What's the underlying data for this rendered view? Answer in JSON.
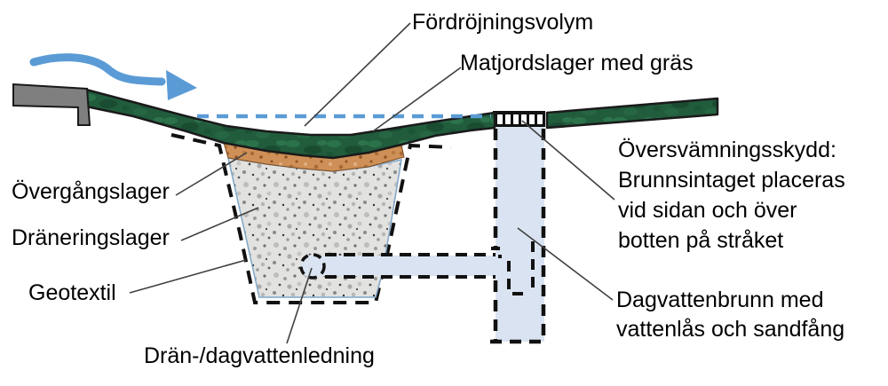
{
  "diagram": {
    "labels": {
      "detention_volume": "Fördröjningsvolym",
      "topsoil": "Matjordslager med gräs",
      "transition_layer": "Övergångslager",
      "drainage_layer": "Dräneringslager",
      "geotextile": "Geotextil",
      "drain_pipe": "Drän-/dagvattenledning",
      "overflow_protection": "Översvämningsskydd:\nBrunnsintaget placeras\nvid sidan och över\nbotten på stråket",
      "stormwater_well": "Dagvattenbrunn med\nvattenlås och sandfång"
    },
    "colors": {
      "flow_arrow": "#5B9BD5",
      "water_level_line": "#5B9BD5",
      "grass_base": "#215C3C",
      "transition_soil": "#CE9057",
      "drainage_gravel": "#E2E2E0",
      "gravel_edge_blue": "#7EA6C8",
      "pipe_water": "#DAE3F1",
      "curb_gray": "#7F7F7F",
      "outline_black": "#111111",
      "leader_gray": "#404040",
      "text_black": "#000000"
    },
    "icons": {
      "flow_arrow": "flow-direction-arrow-icon",
      "well_grate": "well-inlet-grate-icon"
    }
  }
}
